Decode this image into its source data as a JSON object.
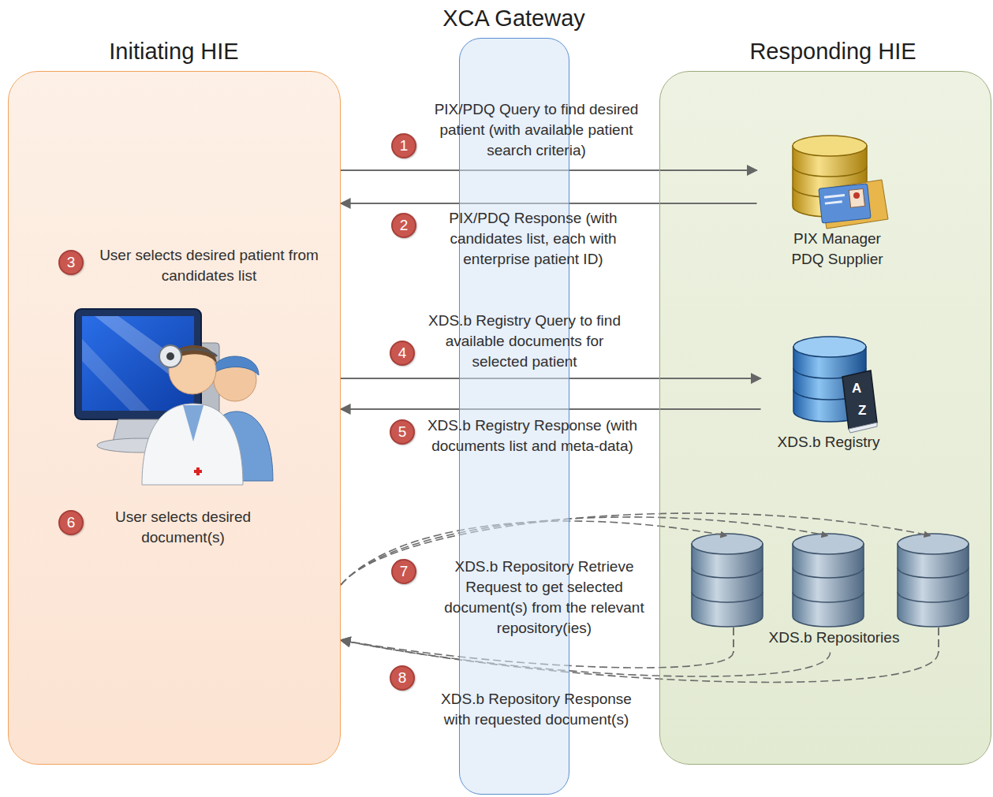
{
  "diagram": {
    "nodes": [
      {
        "text": [
          "Initiating HIE"
        ]
      },
      {
        "text": [
          "XCA Gateway"
        ]
      },
      {
        "text": [
          "Responding HIE"
        ]
      },
      {
        "text": [
          "PIX Manager PDQ Supplier"
        ],
        "in": 2
      },
      {
        "text": [
          "XDS.b Registry"
        ],
        "in": 2
      },
      {
        "text": [
          "XDS.b Repositories"
        ],
        "in": 2
      }
    ],
    "edges": [
      {
        "from": 0,
        "to": 3,
        "arrow": "to",
        "label": "PIX/PDQ Query to find desired patient (with available patient search criteria)"
      },
      {
        "from": 3,
        "to": 0,
        "arrow": "to",
        "label": "PIX/PDQ Response (with candidates list, each with enterprise patient ID)"
      },
      {
        "from": 0,
        "to": 4,
        "arrow": "to",
        "label": "XDS.b Registry Query to find available documents for selected patient"
      },
      {
        "from": 4,
        "to": 0,
        "arrow": "to",
        "label": "XDS.b Registry Response (with documents list and meta-data)"
      },
      {
        "from": 0,
        "to": 5,
        "arrow": "to",
        "label": "XDS.b Repository Retrieve Request to get selected document(s) from the relevant repository(ies)"
      },
      {
        "from": 5,
        "to": 0,
        "arrow": "to",
        "label": "XDS.b Repository Response with requested document(s)"
      }
    ],
    "labels": [
      "1",
      "2",
      "3",
      "User selects desired patient from candidates list",
      "4",
      "5",
      "6",
      "User selects desired document(s)",
      "7",
      "8",
      "A",
      "Z"
    ]
  }
}
